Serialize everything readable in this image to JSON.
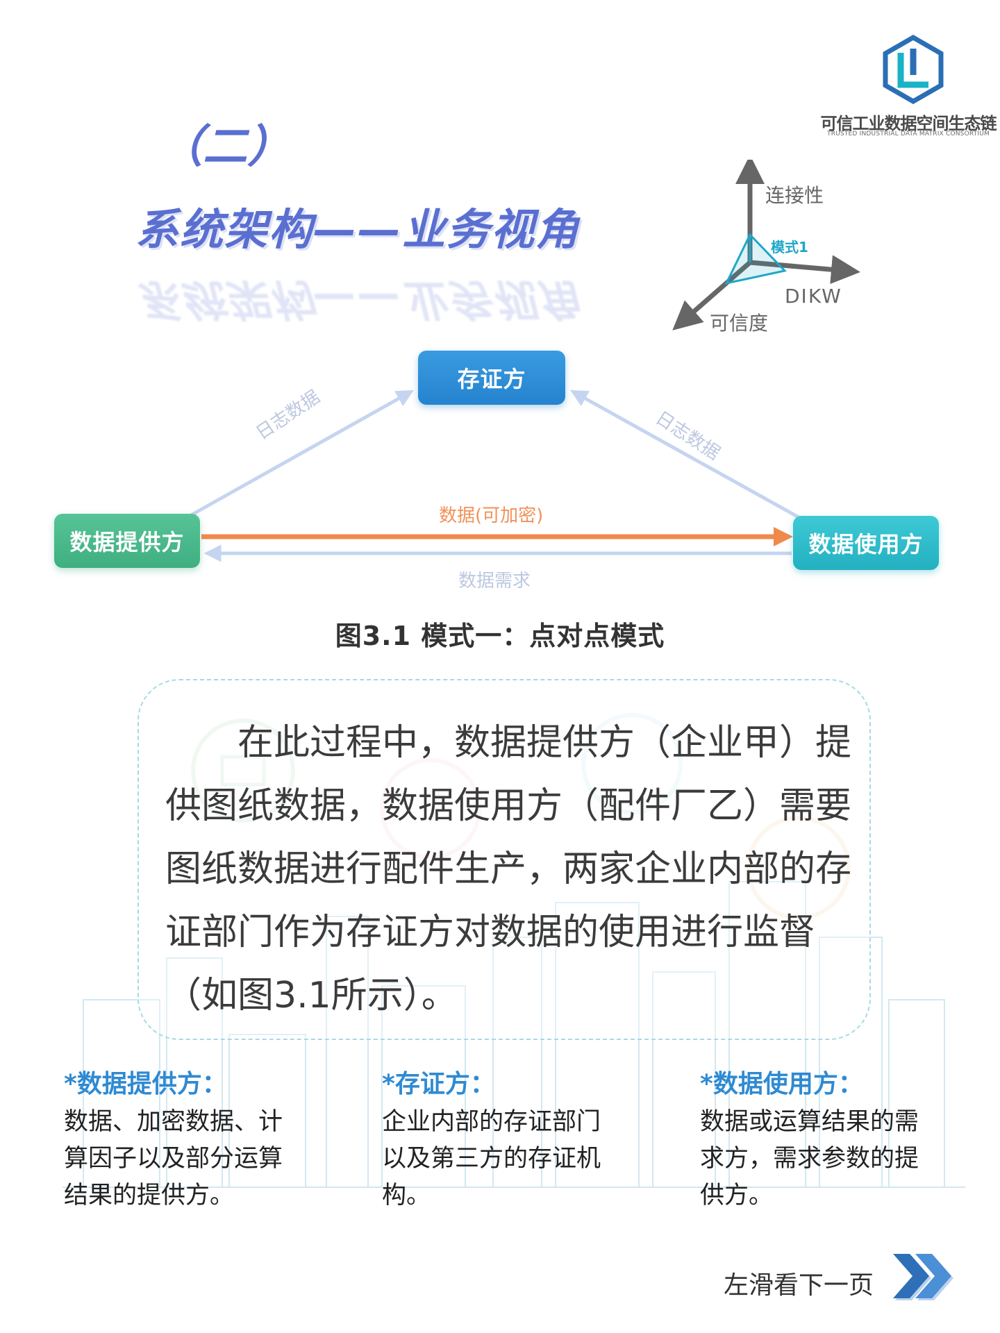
{
  "logo": {
    "name": "可信工业数据空间生态链",
    "subtitle": "TRUSTED INDUSTRIAL DATA MATRIX CONSORTIUM"
  },
  "header": {
    "section_number": "（二）",
    "section_title": "系统架构——业务视角"
  },
  "axis_icon": {
    "y_label": "连接性",
    "x_label": "DIKW",
    "z_label": "可信度",
    "mode_label": "模式1"
  },
  "diagram": {
    "nodes": {
      "top": "存证方",
      "left": "数据提供方",
      "right": "数据使用方"
    },
    "edges": {
      "log_left": "日志数据",
      "log_right": "日志数据",
      "data": "数据(可加密)",
      "demand": "数据需求"
    },
    "caption": "图3.1  模式一：点对点模式"
  },
  "paragraph": "在此过程中，数据提供方（企业甲）提供图纸数据，数据使用方（配件厂乙）需要图纸数据进行配件生产，两家企业内部的存证部门作为存证方对数据的使用进行监督（如图3.1所示）。",
  "definitions": [
    {
      "title": "*数据提供方：",
      "body": "数据、加密数据、计算因子以及部分运算结果的提供方。"
    },
    {
      "title": "*存证方：",
      "body": "企业内部的存证部门以及第三方的存证机构。"
    },
    {
      "title": "*数据使用方：",
      "body": "数据或运算结果的需求方，需求参数的提供方。"
    }
  ],
  "footer": {
    "next_label": "左滑看下一页"
  },
  "colors": {
    "title": "#5a6fd0",
    "witness": "#2583cf",
    "provider": "#3fae80",
    "user": "#23b0c0",
    "data_arrow": "#f08a4b",
    "log_arrow": "#c5d4f0",
    "definition_title": "#2f8ad2",
    "logo": "#2a6fb5"
  }
}
